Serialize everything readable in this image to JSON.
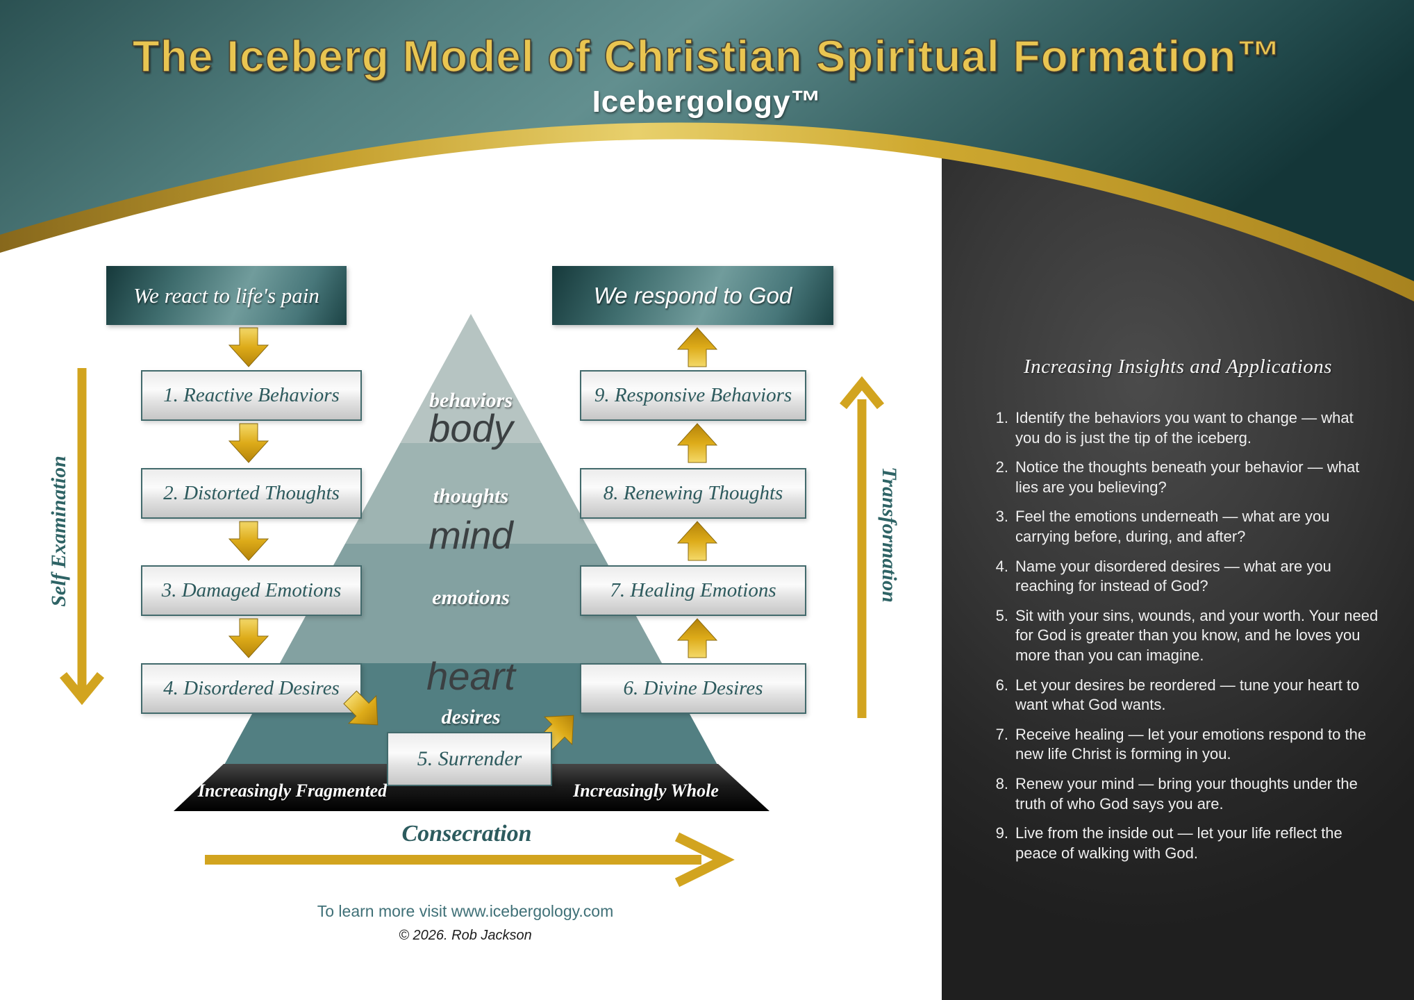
{
  "header": {
    "title": "The Iceberg Model of Christian Spiritual Formation™",
    "subtitle": "Icebergology™"
  },
  "banners": {
    "left": "We react to life's pain",
    "right": "We respond to God"
  },
  "left_column": {
    "axis_label": "Self Examination",
    "boxes": [
      {
        "label": "1. Reactive Behaviors"
      },
      {
        "label": "2. Distorted Thoughts"
      },
      {
        "label": "3. Damaged Emotions"
      },
      {
        "label": "4. Disordered Desires"
      }
    ]
  },
  "right_column": {
    "axis_label": "Transformation",
    "boxes": [
      {
        "label": "9. Responsive Behaviors"
      },
      {
        "label": "8. Renewing Thoughts"
      },
      {
        "label": "7. Healing Emotions"
      },
      {
        "label": "6. Divine Desires"
      }
    ]
  },
  "pyramid": {
    "small_labels": [
      "behaviors",
      "thoughts",
      "emotions",
      "desires"
    ],
    "big_labels": [
      "body",
      "mind",
      "heart"
    ],
    "surrender_label": "5. Surrender",
    "base_left": "Increasingly Fragmented",
    "base_right": "Increasingly Whole"
  },
  "consecration_label": "Consecration",
  "footer": {
    "learn_more": "To learn more visit www.icebergology.com",
    "copyright": "© 2026. Rob Jackson"
  },
  "sidebar": {
    "heading": "Increasing Insights and Applications",
    "items": [
      {
        "num": "1.",
        "text": "Identify the behaviors you want to change — what you do is just the tip of the iceberg."
      },
      {
        "num": "2.",
        "text": "Notice the thoughts beneath your behavior — what lies are you believing?"
      },
      {
        "num": "3.",
        "text": "Feel the emotions underneath — what are you carrying before, during, and after?"
      },
      {
        "num": "4.",
        "text": "Name your disordered desires — what are you reaching for instead of God?"
      },
      {
        "num": "5.",
        "text": "Sit with your sins, wounds, and your worth. Your need for God is greater than you know, and he loves you more than you can imagine."
      },
      {
        "num": "6.",
        "text": "Let your desires be reordered — tune your heart to want what God wants."
      },
      {
        "num": "7.",
        "text": "Receive healing — let your emotions respond to the new life Christ is forming in you."
      },
      {
        "num": "8.",
        "text": "Renew your mind — bring your thoughts under the truth of who God says you are."
      },
      {
        "num": "9.",
        "text": "Live from the inside out — let your life reflect the peace of walking with God."
      }
    ]
  },
  "colors": {
    "gold_accent": "#d2a41f",
    "title_gold": "#e9c551",
    "header_teal": "#527f7f",
    "header_teal_dark": "#16393b",
    "box_text_teal": "#2d5a5d",
    "pyramid_band_1": "#b6c4c2",
    "pyramid_band_2": "#9eb4b2",
    "pyramid_band_3": "#83a1a1",
    "pyramid_band_4": "#527f82",
    "base_band_black": "#111111",
    "sidebar_gray": "#383838"
  }
}
